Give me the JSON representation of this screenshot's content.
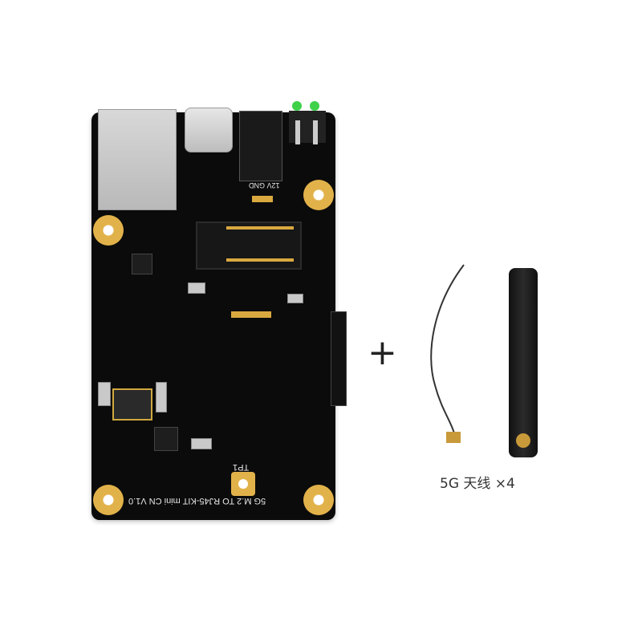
{
  "board": {
    "silk_label": "5G M.2 TO RJ45-KIT mini CN V1.0",
    "tp_label": "TP1",
    "gnd_label": "12V GND"
  },
  "accessory": {
    "plus": "+",
    "caption": "5G 天线 ×4"
  }
}
